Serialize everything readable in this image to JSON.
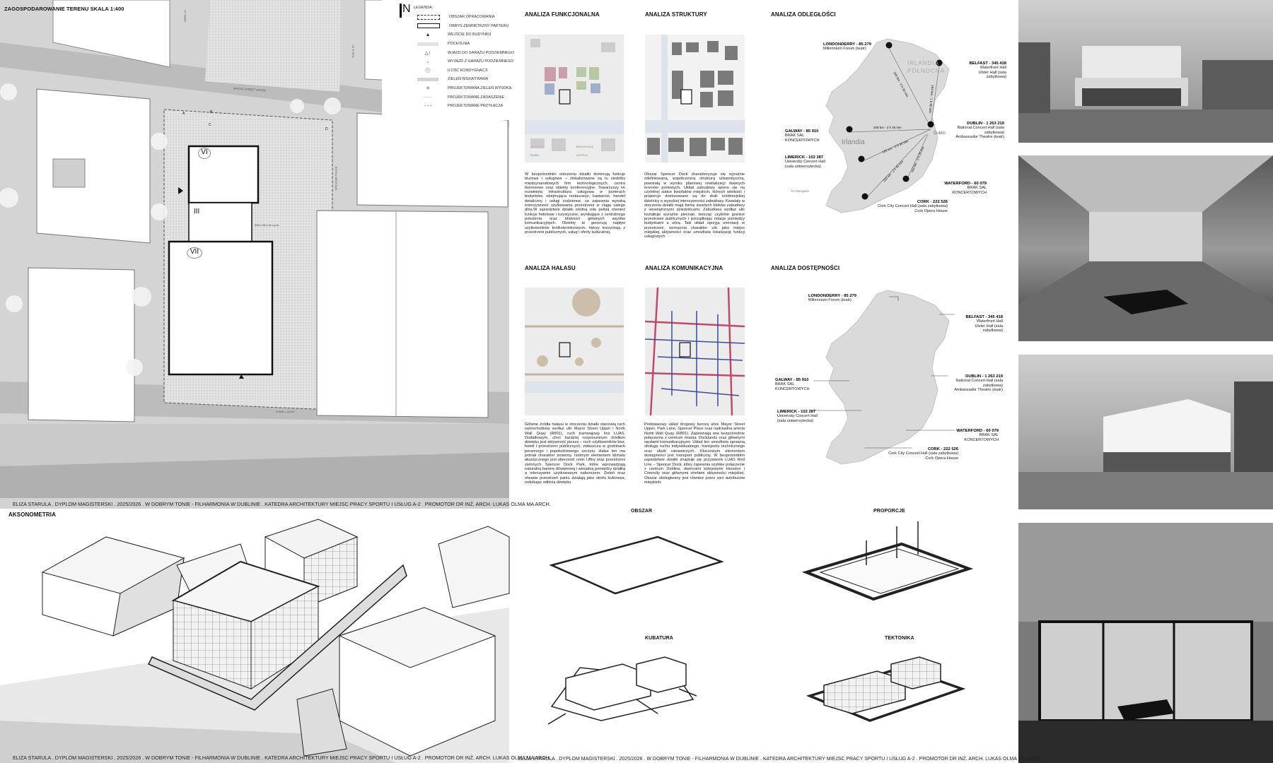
{
  "site_plan": {
    "title": "ZAGOSPODAROWANIE TERENU SKALA 1:400",
    "north": "N",
    "streets": [
      "MAYOR STREET UPPER",
      "PARK LN",
      "GUILD ST",
      "SPENCER PLACE",
      "N WALL QUAY"
    ],
    "building_labels": [
      "VI",
      "III",
      "VII"
    ],
    "point_labels": [
      "A",
      "B",
      "C",
      "D"
    ],
    "area_note": "200 x 23,0 m n.p.m.",
    "legend": {
      "title": "LEGENDA:",
      "items": [
        "OBSZAR OPRACOWANIA",
        "OBRYS ZEWNĘTRZNY PARTERU",
        "WEJŚCIE DO BUDYNKU",
        "POCHYLNIA",
        "WJAZD DO GARAŻU PODZIEMNEGO",
        "WYJAZD Z GARAŻU PODZIEMNEGO",
        "ILOŚĆ KONDYGNACJI",
        "ZIELEŃ NISKA/TRAWA",
        "PROJEKTOWANA ZIELEŃ WYSOKA",
        "PROJEKTOWANE ZADASZENIE",
        "PROJEKTOWANE PRZYŁĄCZA"
      ]
    }
  },
  "footer_text": "ELIZA STARULA . DYPLOM MAGISTERSKI . 2025/2026 . W DOBRYM TONIE - FILHARMONIA W DUBLINIE . KATEDRA ARCHITEKTURY MIEJSC PRACY SPORTU I USŁUG A-2 . PROMOTOR DR INŻ. ARCH. LUKAS OLMA MA ARCH.",
  "axonometry": {
    "title": "AKSONOMETRIA"
  },
  "analyses": {
    "functional": {
      "title": "ANALIZA FUNKCJONALNA",
      "legend": [
        "KULTURA",
        "MIESZKANIA",
        "BIURA",
        "HOTELE"
      ],
      "text": "W bezpośrednim otoczeniu działki dominują funkcje biurowe i usługowe – zlokalizowane są tu siedziby międzynarodowych firm technologicznych, centra biznesowe oraz obiekty konferencyjne. Towarzyszy im rozwinięta infrastruktura usługowa w parterach budynków, obejmująca restauracje, kawiarnie, handel detaliczny i usługi codzienne, co zapewnia wysoką intensywność użytkowania przestrzeni w ciągu całego dnia.W sąsiedztwie działki istotną rolę pełnią również funkcje hotelowe i turystyczne, wynikające z centralnego położenia oraz bliskości głównych węzłów komunikacyjnych. Obiekty te generują napływ użytkowników krótkoterminowych, którzy korzystają z przestrzeni publicznych, usług i oferty kulturalnej."
    },
    "structure": {
      "title": "ANALIZA STRUKTURY",
      "text": "Obszar Spencer Dock charakteryzuje się wyraźnie zdefiniowaną, współczesną strukturą urbanistyczną, powstałą w wyniku planowej rewitalizacji dawnych terenów portowych. Układ zabudowy opiera się na czytelnej siatce kwartałów miejskich, których wielkość i proporcje dostosowane są do skali śródmiejskiej dzielnicy o wysokiej intensywności zabudowy. Kwartały w otoczeniu działki mają formę zwartych bloków zabudowy z wewnętrznymi dziedzińcami. Zabudowa wzdłuż ulic kształtuje wyraźne pierzeje, tworząc czytelne granice przestrzeni publicznych i porządkując relacje pomiędzy budynkami a ulicą. Taki układ sprzyja orientacji w przestrzeni, wzmacnia charakter ulic jako miejsc miejskiej aktywności oraz umożliwia lokalizację funkcji usługowych"
    },
    "noise": {
      "title": "ANALIZA HAŁASU",
      "text": "Główne źródła hałasu w otoczeniu działki stanowią ruch samochodowy wzdłuż ulic Mayor Street Upper i North Wall Quay (R801), ruch tramwajowy linii LUAS. Dodatkowym, choć bardziej rozproszonym źródłem dźwięku jest aktywność piesza – ruch użytkowników biur, hoteli i przestrzeni publicznych, zwłaszcza w godzinach porannego i popołudniowego szczytu. Hałas ten ma jednak charakter zmienny. Istotnym elementem klimatu akustycznego jest obecność rzeki Liffey oraz przestrzeni zielonych Spencer Dock Park, które wprowadzają naturalną barierę dźwiękową i wizualną pomiędzy działką a intensywnie użytkowanym nabrzeżem. Zieleń oraz otwarta przestrzeń parku działają jako strefa buforowa, redukując odbicia dźwięku."
    },
    "communication": {
      "title": "ANALIZA KOMUNIKACYJNA",
      "text": "Podstawowy układ drogowy tworzą ulice Mayor Street Upper, Park Lane, Spencer Place oraz nadrzędna arteria North Wall Quay (R801). Zapewniają one bezpośrednie połączenia z centrum miasta, Docklands oraz głównymi węzłami komunikacyjnymi. Układ ten umożliwia sprawną obsługę ruchu indywidualnego, transportu technicznego oraz służb ratowniczych. Kluczowym elementem dostępności jest transport publiczny. W bezpośrednim sąsiedztwie działki znajduje się przystanek LUAS Red Line – Spencer Dock, który zapewnia szybkie połączenie z centrum Dublina, dworcami kolejowymi Heuston i Connolly oraz głównymi strefami aktywności miejskiej. Obszar obsługiwany jest również przez sieć autobusów miejskich."
    },
    "distance": {
      "title": "ANALIZA ODLEGŁOŚCI",
      "cities": [
        {
          "name": "LONDONDERRY - 85 279",
          "lines": [
            "Millennium Forum (teatr)"
          ]
        },
        {
          "name": "BELFAST - 345 418",
          "lines": [
            "Waterfront Hall",
            "Ulster Hall (sala",
            "zabytkowa)"
          ]
        },
        {
          "name": "DUBLIN - 1 263 219",
          "lines": [
            "National Concert Hall (sala",
            "zabytkowa)",
            "Ambassador Theatre (teatr)"
          ]
        },
        {
          "name": "GALWAY - 85 910",
          "lines": [
            "BRAK SAL",
            "KONCERTOWYCH"
          ]
        },
        {
          "name": "LIMERICK - 102 287",
          "lines": [
            "University Concert Hall",
            "(sala uniwersytecka)"
          ]
        },
        {
          "name": "WATERFORD - 60 079",
          "lines": [
            "BRAK SAL",
            "KONCERTOWYCH"
          ]
        },
        {
          "name": "CORK - 222 526",
          "lines": [
            "Cork City Concert Hall (sala zabytkowa)",
            "Cork Opera House"
          ]
        }
      ],
      "routes": [
        "240 km - 3 h 30 min",
        "164 km - 1 h 50 min",
        "208 km - 2 h 45 min",
        "181 km - 2 h 30 min",
        "220 km - 2 h 45 min",
        "164 km - 2 h 20 min"
      ],
      "map_labels": [
        "IRLANDIA",
        "PÓŁNOCNA",
        "Irlandia",
        "Dublin",
        "Belfast",
        "Galway",
        "Limerick",
        "Cork",
        "Waterford",
        "Londonderry",
        "An Daingean"
      ]
    },
    "accessibility": {
      "title": "ANALIZA DOSTĘPNOŚCI"
    }
  },
  "concept": {
    "area": "OBSZAR",
    "proportions": "PROPORCJE",
    "volume": "KUBATURA",
    "tectonics": "TEKTONIKA"
  },
  "colors": {
    "culture": "#c9a0a8",
    "housing": "#b8c9a6",
    "office": "#9fb0c8",
    "hotel": "#b7cf9a",
    "noise": "#b59a78",
    "road": "#c04a6a",
    "tram": "#3a4c9a"
  }
}
